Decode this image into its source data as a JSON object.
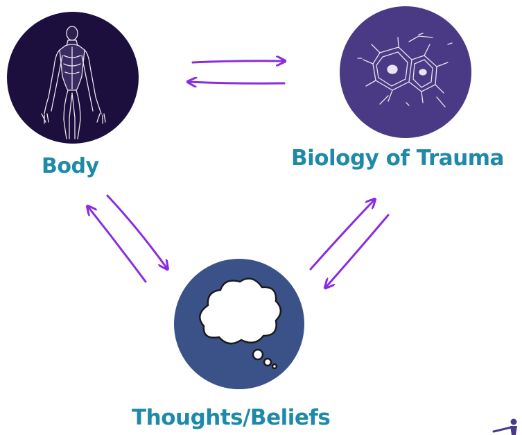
{
  "nodes": {
    "body": {
      "label": "Body",
      "fill": "#1d0f3d"
    },
    "biology": {
      "label": "Biology of Trauma",
      "fill": "#4a3a85"
    },
    "thoughts": {
      "label": "Thoughts/Beliefs",
      "fill": "#3b5289"
    }
  },
  "colors": {
    "arrow": "#8a2be2",
    "label": "#1f8aa8",
    "line_art": "#e8e6f0"
  },
  "edges": [
    {
      "from": "body",
      "to": "biology"
    },
    {
      "from": "biology",
      "to": "body"
    },
    {
      "from": "body",
      "to": "thoughts"
    },
    {
      "from": "thoughts",
      "to": "body"
    },
    {
      "from": "thoughts",
      "to": "biology"
    },
    {
      "from": "biology",
      "to": "thoughts"
    }
  ],
  "icons": {
    "body": "human-anatomy-icon",
    "biology": "cell-diagram-icon",
    "thoughts": "thought-bubble-icon",
    "corner": "figure-logo-icon"
  }
}
